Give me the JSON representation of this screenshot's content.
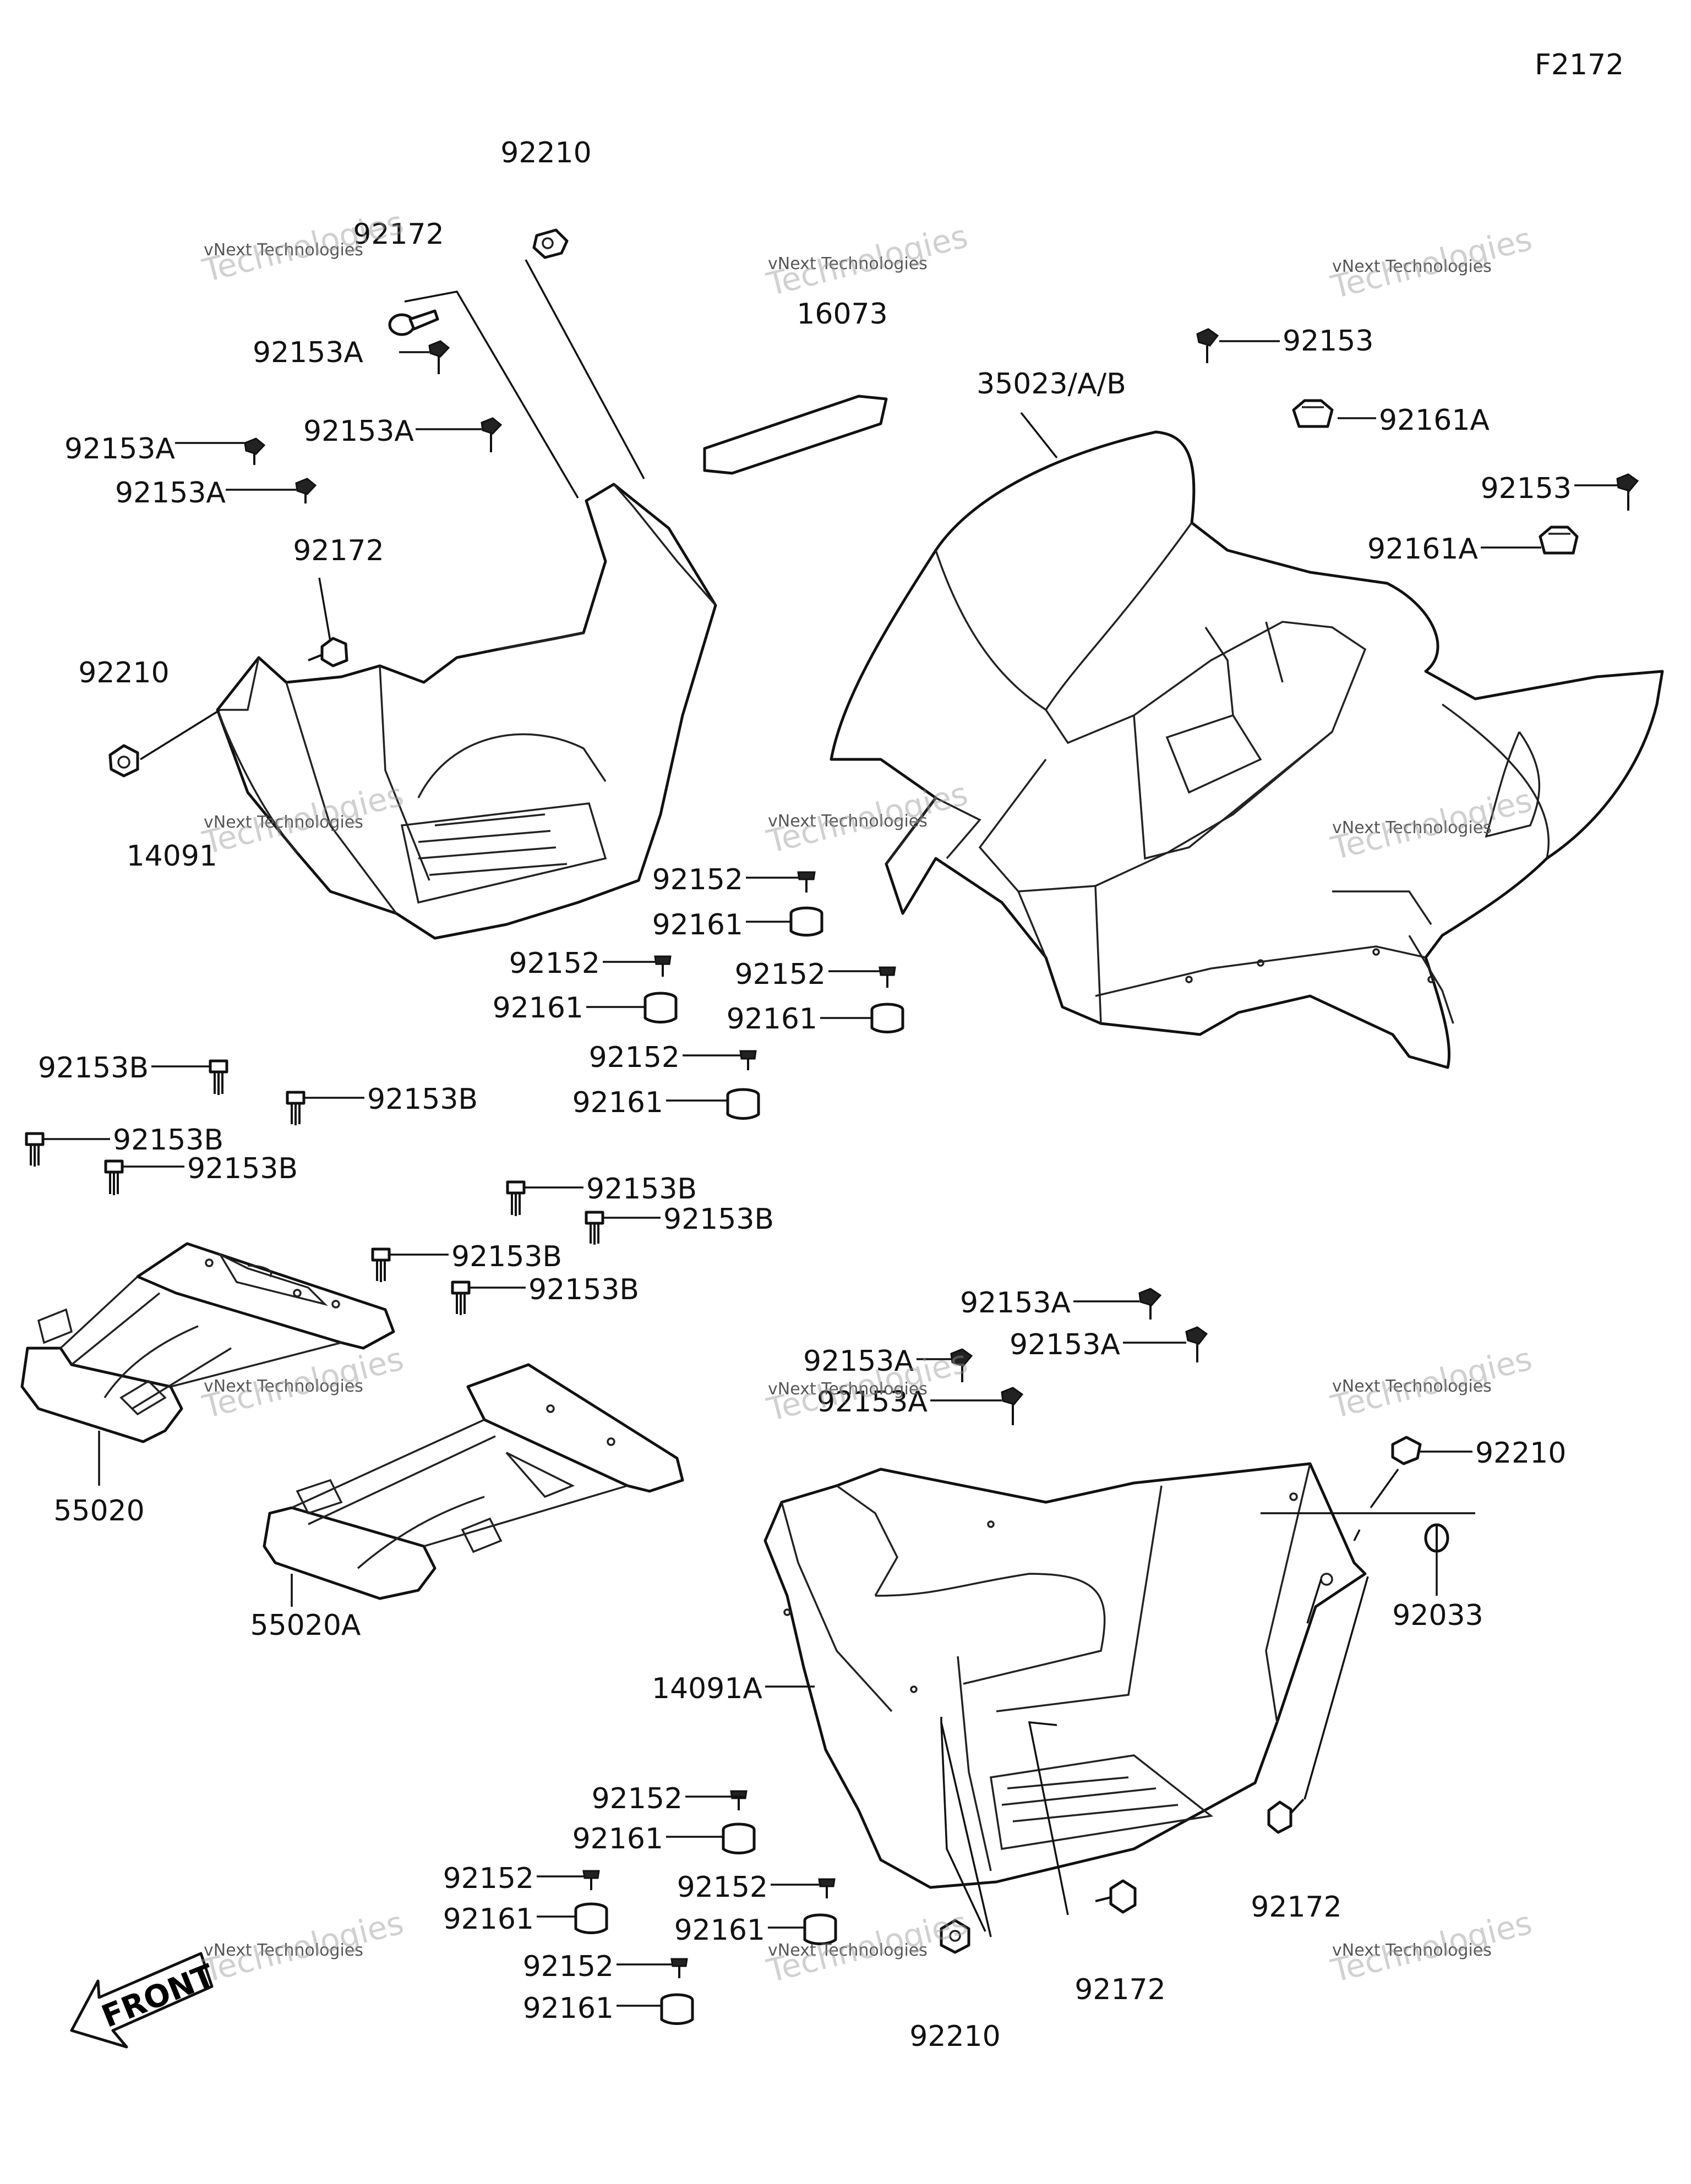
{
  "figure_code": "F2172",
  "front_arrow_label": "FRONT",
  "watermark": {
    "line1": "vNext Technologies",
    "line2": "Technologies",
    "line3": "vNext"
  },
  "labels": {
    "l92210_top": "92210",
    "l92172_top": "92172",
    "l92153A_1": "92153A",
    "l92153A_2": "92153A",
    "l92153A_3": "92153A",
    "l92153A_4": "92153A",
    "l92172_mid": "92172",
    "l92210_left": "92210",
    "l14091": "14091",
    "l16073": "16073",
    "l35023": "35023/A/B",
    "l92153_a": "92153",
    "l92161A_a": "92161A",
    "l92153_b": "92153",
    "l92161A_b": "92161A",
    "l92152_a": "92152",
    "l92161_a": "92161",
    "l92152_b": "92152",
    "l92161_b": "92161",
    "l92152_c": "92152",
    "l92161_c": "92161",
    "l92152_d": "92152",
    "l92161_d": "92161",
    "l92153B_1": "92153B",
    "l92153B_2": "92153B",
    "l92153B_3": "92153B",
    "l92153B_4": "92153B",
    "l92153B_5": "92153B",
    "l92153B_6": "92153B",
    "l92153B_7": "92153B",
    "l92153B_8": "92153B",
    "l55020": "55020",
    "l55020A": "55020A",
    "l92153A_5": "92153A",
    "l92153A_6": "92153A",
    "l92153A_7": "92153A",
    "l92153A_8": "92153A",
    "l92210_r": "92210",
    "l92033": "92033",
    "l14091A": "14091A",
    "l92172_r": "92172",
    "l92172_b": "92172",
    "l92210_b": "92210",
    "l92152_e": "92152",
    "l92161_e": "92161",
    "l92152_f": "92152",
    "l92161_f": "92161",
    "l92152_g": "92152",
    "l92161_g": "92161",
    "l92152_h": "92152",
    "l92161_h": "92161"
  }
}
